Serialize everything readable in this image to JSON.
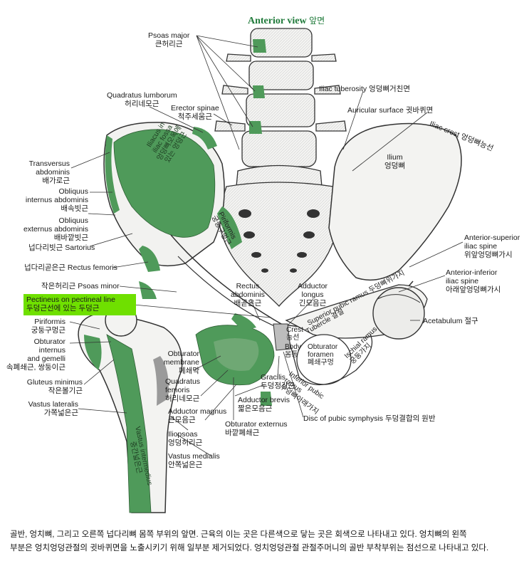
{
  "title": {
    "en": "Anterior view",
    "ko": "앞면"
  },
  "labels": {
    "psoas_major": {
      "en": "Psoas major",
      "ko": "큰허리근"
    },
    "quadratus_lumborum": {
      "en": "Quadratus lumborum",
      "ko": "허리네모근"
    },
    "erector_spinae": {
      "en": "Erector spinae",
      "ko": "척주세움근"
    },
    "iliac_tuberosity": {
      "en": "Iliac tuberosity",
      "ko": "엉덩뼈거친면"
    },
    "auricular_surface": {
      "en": "Auricular surface",
      "ko": "귓바퀴면"
    },
    "iliac_crest": {
      "en": "Iliac crest",
      "ko": "엉덩뼈능선"
    },
    "ilium": {
      "en": "Ilium",
      "ko": "엉덩뼈"
    },
    "transversus_abdominis": {
      "en1": "Transversus",
      "en2": "abdominis",
      "ko": "배가로근"
    },
    "obliquus_internus": {
      "en1": "Obliquus",
      "en2": "internus abdominis",
      "ko": "배속빗근"
    },
    "obliquus_externus": {
      "en1": "Obliquus",
      "en2": "externus abdominis",
      "ko": "배바깥빗근"
    },
    "sartorius": {
      "ko": "넙다리빗근",
      "en": "Sartorius"
    },
    "rectus_femoris": {
      "ko": "넙다리곧은근",
      "en": "Rectus femoris"
    },
    "psoas_minor": {
      "ko": "작은허리근",
      "en": "Psoas minor"
    },
    "pectineus": {
      "en": "Pectineus on pectineal line",
      "ko": "두덩근선에 있는 두덩근"
    },
    "piriformis": {
      "en": "Piriformis",
      "ko": "궁둥구멍근"
    },
    "obturator_internus": {
      "en1": "Obturator",
      "en2": "internus",
      "en3": "and gemelli",
      "ko": "속폐쇄근, 쌍둥이근"
    },
    "gluteus_minimus": {
      "en": "Gluteus minimus",
      "ko": "작은볼기근"
    },
    "vastus_lateralis": {
      "en": "Vastus lateralis",
      "ko": "가쪽넓은근"
    },
    "anterior_superior_iliac_spine": {
      "en1": "Anterior-superior",
      "en2": "iliac spine",
      "ko": "위앞엉덩뼈가시"
    },
    "anterior_inferior_iliac_spine": {
      "en1": "Anterior-inferior",
      "en2": "iliac spine",
      "ko": "아래앞엉덩뼈가시"
    },
    "acetabulum": {
      "en": "Acetabulum",
      "ko": "절구"
    },
    "rectus_abdominis": {
      "en1": "Rectus",
      "en2": "abdominis",
      "ko": "배곧은근"
    },
    "adductor_longus": {
      "en1": "Adductor",
      "en2": "longus",
      "ko": "긴모음근"
    },
    "obturator_membrane": {
      "en1": "Obturator",
      "en2": "membrane",
      "ko": "폐쇄막"
    },
    "quadratus_femoris": {
      "en1": "Quadratus",
      "en2": "femoris",
      "ko": "허리네모근"
    },
    "adductor_magnus": {
      "en": "Adductor magnus",
      "ko": "큰모음근"
    },
    "iliopsoas": {
      "en": "Iliopsoas",
      "ko": "엉덩허리근"
    },
    "vastus_medialis": {
      "en": "Vastus medialis",
      "ko": "안쪽넓은근"
    },
    "gracilis": {
      "en": "Gracilis",
      "ko": "두덩정강근"
    },
    "adductor_brevis": {
      "en": "Adductor brevis",
      "ko": "짧은모음근"
    },
    "obturator_externus": {
      "en": "Obturator externus",
      "ko": "바깥폐쇄근"
    },
    "disc_pubic_symphysis": {
      "en": "Disc of pubic symphysis",
      "ko": "두덩결합의 원반"
    }
  },
  "in_bone_labels": {
    "iliacus": {
      "en1": "Iliacus in",
      "en2": "iliac fossa",
      "ko1": "엉덩뼈오목에",
      "ko2": "있는 엉덩근"
    },
    "piriformis_sacrum": {
      "en": "Piriformis",
      "ko": "궁둥구멍근"
    },
    "crest": {
      "en": "Crest",
      "ko": "능선"
    },
    "tubercle": {
      "en": "Tubercle",
      "ko": "결절"
    },
    "body": {
      "en": "Body",
      "ko": "몸통"
    },
    "obturator_foramen": {
      "en1": "Obturator",
      "en2": "foramen",
      "ko": "폐쇄구멍"
    },
    "superior_pubic_ramus": {
      "en": "Superior pubic ramus",
      "ko": "두덩뼈위가지"
    },
    "inferior_pubic_ramus": {
      "en1": "Inferior pubic",
      "en2": "ramus",
      "ko": "두덩뼈아래가지"
    },
    "ischial_ramus": {
      "en": "Ischial ramus",
      "ko": "궁둥가지"
    },
    "vastus_intermedius": {
      "en": "Vastus intermedius",
      "ko": "중간넓은근"
    }
  },
  "caption": {
    "line1": "골반, 엉치뼈, 그리고 오른쪽 넙다리뼈 몸쪽 부위의 앞면. 근육의 이는 곳은 다른색으로 닿는 곳은 회색으로 나타내고 있다. 엉치뼈의 왼쪽",
    "line2": "부분은 엉치엉덩관절의 귓바퀴면을 노출시키기 위해 일부분 제거되었다. 엉치엉덩관절 관절주머니의 골반 부착부위는 점선으로 나타내고 있다."
  },
  "colors": {
    "muscle_origin": "#4f9a5a",
    "muscle_insertion": "#9a9a9a",
    "highlight": "#6fe000",
    "bone": "#f2f2f0",
    "title": "#1f7a3a"
  }
}
